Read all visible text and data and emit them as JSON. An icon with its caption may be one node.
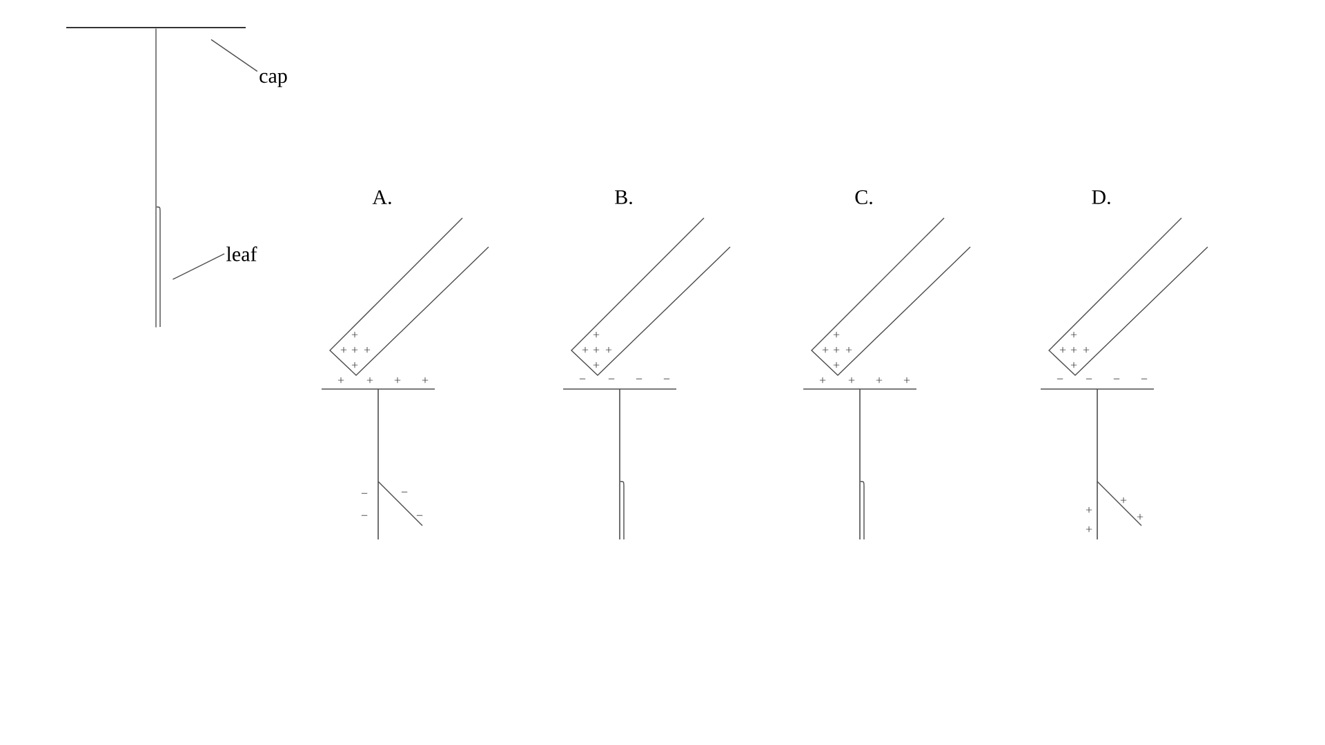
{
  "diagram": {
    "nodes": [
      {
        "text": [
          "cap"
        ]
      },
      {
        "text": [
          "leaf"
        ]
      },
      {
        "text": [],
        "shape": "bar"
      },
      {
        "text": [],
        "shape": "bar"
      }
    ],
    "edges": [
      {
        "from": 0,
        "to": 2,
        "arrow": "none"
      },
      {
        "from": 1,
        "to": 3,
        "arrow": "none"
      },
      {
        "from": 2,
        "to": 3,
        "arrow": "none"
      }
    ],
    "labels": [
      "A.",
      "+",
      "+",
      "+",
      "+",
      "+",
      "+",
      "+",
      "+",
      "+",
      "−",
      "−",
      "−",
      "−",
      "B.",
      "+",
      "+",
      "+",
      "+",
      "+",
      "−",
      "−",
      "−",
      "−",
      "C.",
      "+",
      "+",
      "+",
      "+",
      "+",
      "+",
      "+",
      "+",
      "+",
      "D.",
      "+",
      "+",
      "+",
      "+",
      "+",
      "−",
      "−",
      "−",
      "−",
      "+",
      "+",
      "+",
      "+"
    ]
  }
}
